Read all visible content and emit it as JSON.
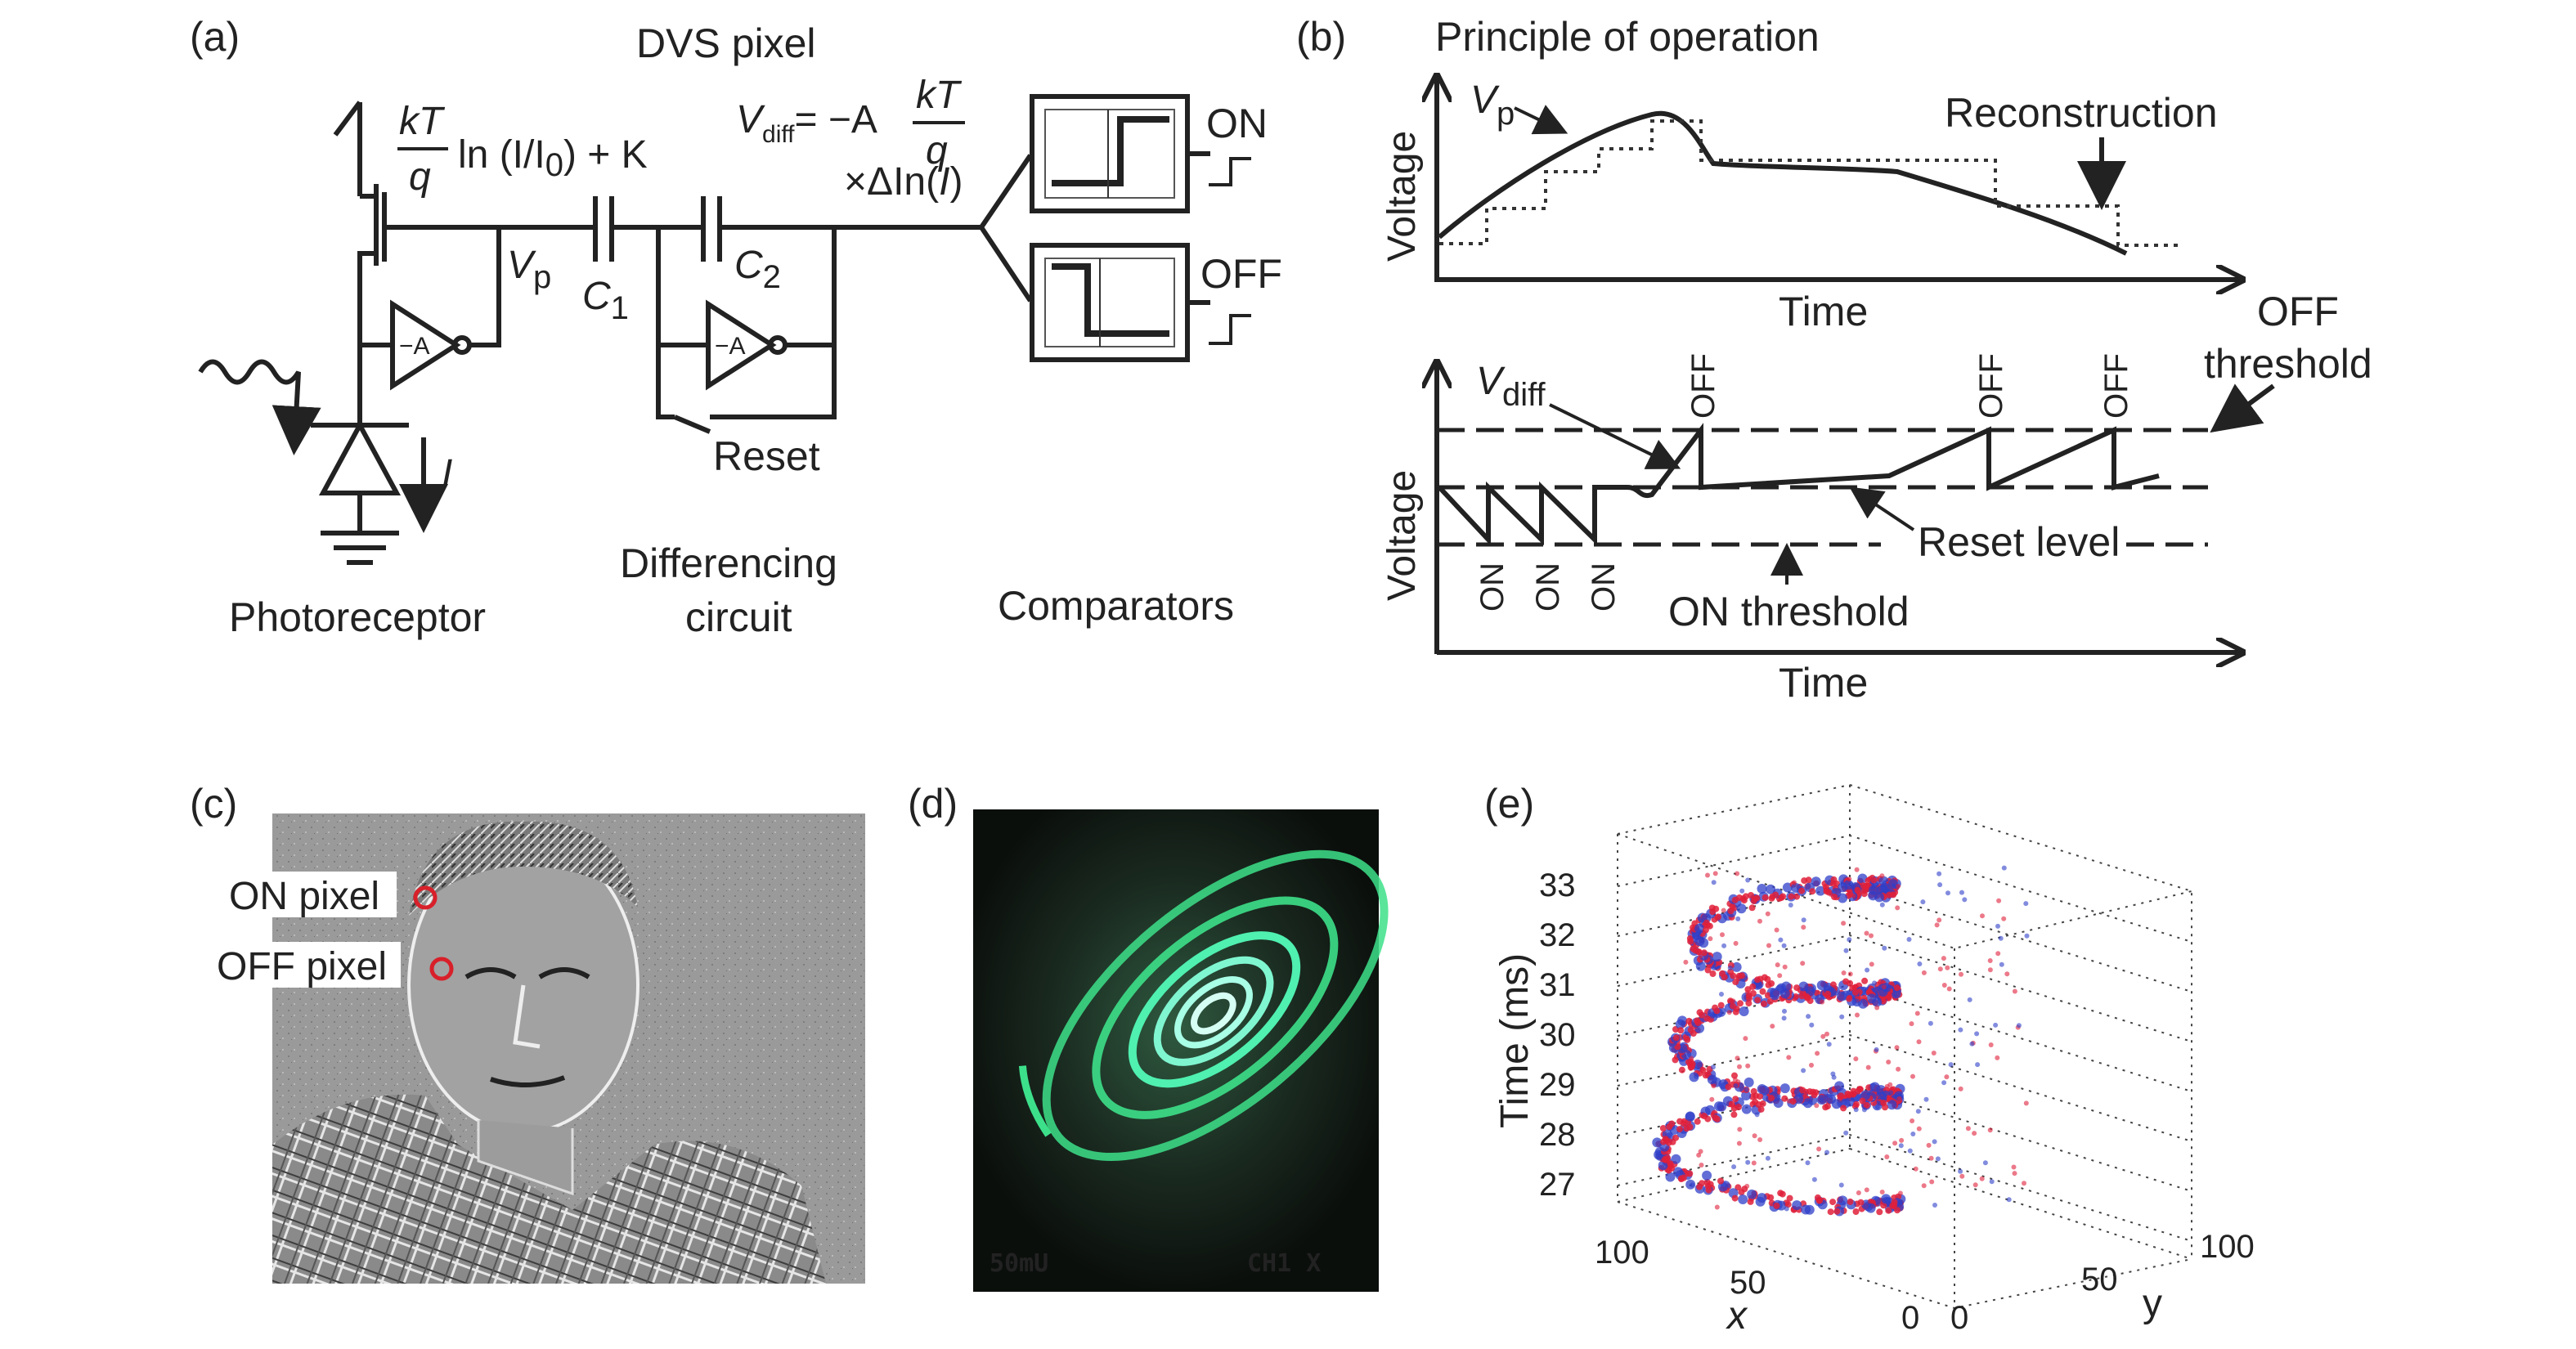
{
  "panel_a": {
    "label": "(a)",
    "title": "DVS pixel",
    "eq_kT": "kT",
    "eq_q": "q",
    "eq_ln": "ln (I/I",
    "eq_ln_sub": "0",
    "eq_ln_tail": ") + K",
    "vp": "V",
    "vp_sub": "p",
    "c1": "C",
    "c1_sub": "1",
    "c2": "C",
    "c2_sub": "2",
    "vdiff_v": "V",
    "vdiff_sub": "diff",
    "vdiff_eq": "= −A",
    "vdiff_kT": "kT",
    "vdiff_q": "q",
    "vdiff_delta": "×ΔIn(",
    "vdiff_I": "I",
    "vdiff_close": ")",
    "amp1": "−A",
    "amp2": "−A",
    "current": "I",
    "reset": "Reset",
    "on": "ON",
    "off": "OFF",
    "photoreceptor": "Photoreceptor",
    "differencing_1": "Differencing",
    "differencing_2": "circuit",
    "comparators": "Comparators"
  },
  "panel_b": {
    "label": "(b)",
    "title": "Principle of operation",
    "ylabel_top": "Voltage",
    "xlabel_top": "Time",
    "vp": "V",
    "vp_sub": "p",
    "reconstruction": "Reconstruction",
    "off_threshold_1": "OFF",
    "off_threshold_2": "threshold",
    "vdiff": "V",
    "vdiff_sub": "diff",
    "off_events": [
      "OFF",
      "OFF",
      "OFF"
    ],
    "on_events": [
      "ON",
      "ON",
      "ON"
    ],
    "reset_level": "Reset level",
    "on_threshold": "ON threshold",
    "ylabel_bottom": "Voltage",
    "xlabel_bottom": "Time"
  },
  "panel_c": {
    "label": "(c)",
    "on_pixel": "ON pixel",
    "off_pixel": "OFF pixel",
    "marker_color": "#d8202a"
  },
  "panel_d": {
    "label": "(d)",
    "scale_text": "50mU",
    "channel_text": "CH1 X",
    "trace_color": "#3de08a"
  },
  "panel_e": {
    "label": "(e)",
    "zlabel": "Time (ms)",
    "z_ticks": [
      "27",
      "28",
      "29",
      "30",
      "31",
      "32",
      "33"
    ],
    "x_ticks": [
      "100",
      "50",
      "0"
    ],
    "y_ticks": [
      "0",
      "50",
      "100"
    ],
    "xlabel": "x",
    "ylabel": "y",
    "on_color": "#e0203a",
    "off_color": "#2f3fc8"
  }
}
